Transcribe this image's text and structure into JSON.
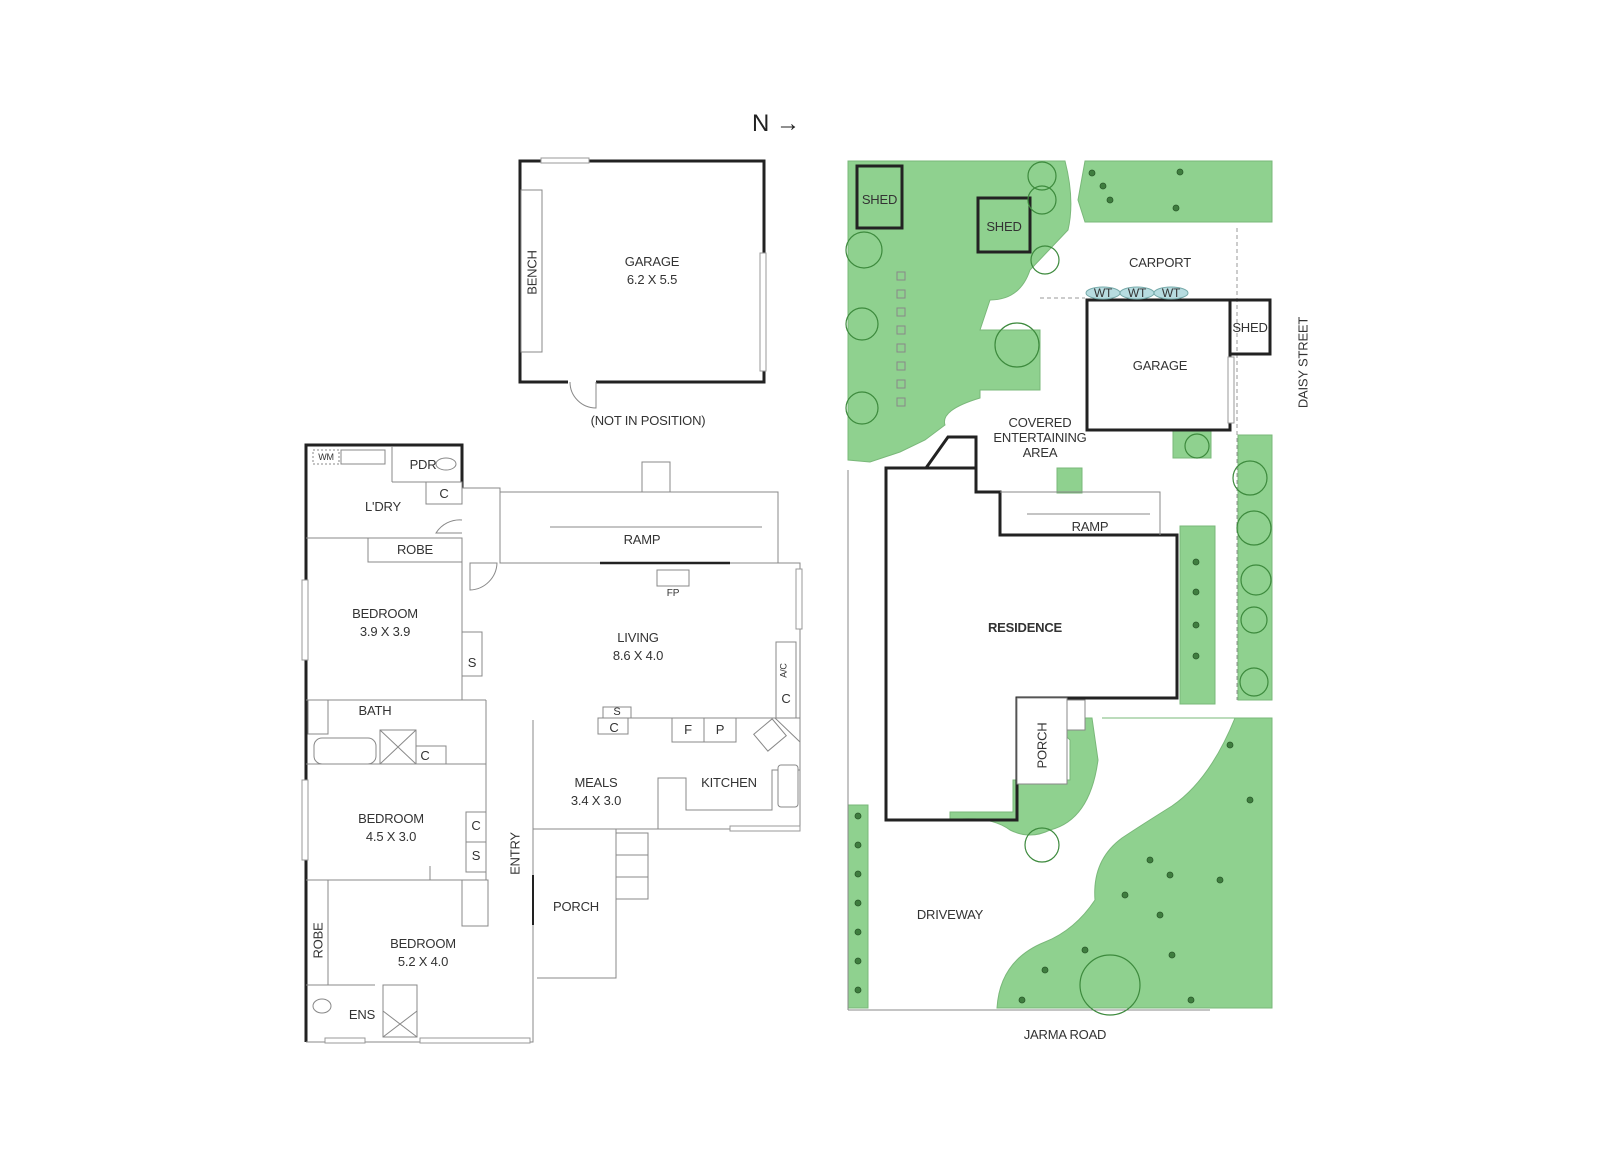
{
  "compass": {
    "label": "N →",
    "direction": "north-right"
  },
  "colors": {
    "wall": "#222222",
    "garden": "#8fd18f",
    "tree_outline": "#3d8a3d",
    "water_tank": "#b7dce0"
  },
  "detached_garage": {
    "title": "GARAGE",
    "size": "6.2 X 5.5",
    "bench": "BENCH",
    "note": "(NOT IN POSITION)"
  },
  "floor_plan": {
    "rooms": [
      {
        "name": "L'DRY"
      },
      {
        "name": "PDR"
      },
      {
        "name": "WM"
      },
      {
        "name": "C"
      },
      {
        "name": "ROBE"
      },
      {
        "name": "RAMP"
      },
      {
        "name": "FP"
      },
      {
        "name": "BEDROOM",
        "size": "3.9 X 3.9"
      },
      {
        "name": "LIVING",
        "size": "8.6 X 4.0"
      },
      {
        "name": "S"
      },
      {
        "name": "A/C"
      },
      {
        "name": "C"
      },
      {
        "name": "BATH"
      },
      {
        "name": "C"
      },
      {
        "name": "S"
      },
      {
        "name": "C"
      },
      {
        "name": "F"
      },
      {
        "name": "P"
      },
      {
        "name": "MEALS",
        "size": "3.4 X 3.0"
      },
      {
        "name": "KITCHEN"
      },
      {
        "name": "BEDROOM",
        "size": "4.5 X 3.0"
      },
      {
        "name": "C"
      },
      {
        "name": "S"
      },
      {
        "name": "ENTRY"
      },
      {
        "name": "PORCH"
      },
      {
        "name": "ROBE"
      },
      {
        "name": "BEDROOM",
        "size": "5.2 X 4.0"
      },
      {
        "name": "ENS"
      }
    ]
  },
  "site_plan": {
    "labels": {
      "shed1": "SHED",
      "shed2": "SHED",
      "shed3": "SHED",
      "carport": "CARPORT",
      "water_tanks": [
        "WT",
        "WT",
        "WT"
      ],
      "garage": "GARAGE",
      "covered_area": [
        "COVERED",
        "ENTERTAINING",
        "AREA"
      ],
      "ramp": "RAMP",
      "residence": "RESIDENCE",
      "porch": "PORCH",
      "driveway": "DRIVEWAY"
    },
    "streets": {
      "east": "DAISY STREET",
      "south": "JARMA ROAD"
    }
  }
}
